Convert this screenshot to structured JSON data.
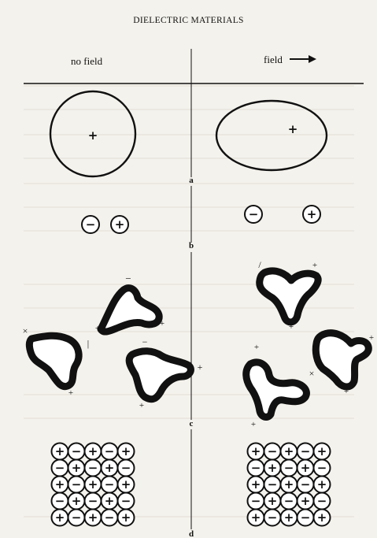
{
  "page": {
    "header": "DIELECTRIC MATERIALS",
    "no_field_label": "no field",
    "field_label": "field",
    "field_arrow_icon": "right-arrow-icon"
  },
  "sections": [
    "a",
    "b",
    "c",
    "d"
  ],
  "lattice": {
    "left_rows": [
      [
        "+",
        "−",
        "+",
        "−",
        "+"
      ],
      [
        "−",
        "+",
        "−",
        "+",
        "−"
      ],
      [
        "+",
        "−",
        "+",
        "−",
        "+"
      ],
      [
        "−",
        "+",
        "−",
        "+",
        "−"
      ],
      [
        "+",
        "−",
        "+",
        "−",
        "+"
      ]
    ],
    "right_rows": [
      [
        "+",
        "−",
        "+",
        "−",
        "+"
      ],
      [
        "−",
        "+",
        "−",
        "+",
        "−"
      ],
      [
        "+",
        "−",
        "+",
        "−",
        "+"
      ],
      [
        "−",
        "+",
        "−",
        "+",
        "−"
      ],
      [
        "+",
        "−",
        "+",
        "−",
        "+"
      ]
    ]
  },
  "ions": {
    "left": [
      "−",
      "+"
    ],
    "right": [
      "−",
      "+"
    ]
  },
  "colors": {
    "ink": "#111111",
    "paper": "#f4f2ec"
  }
}
